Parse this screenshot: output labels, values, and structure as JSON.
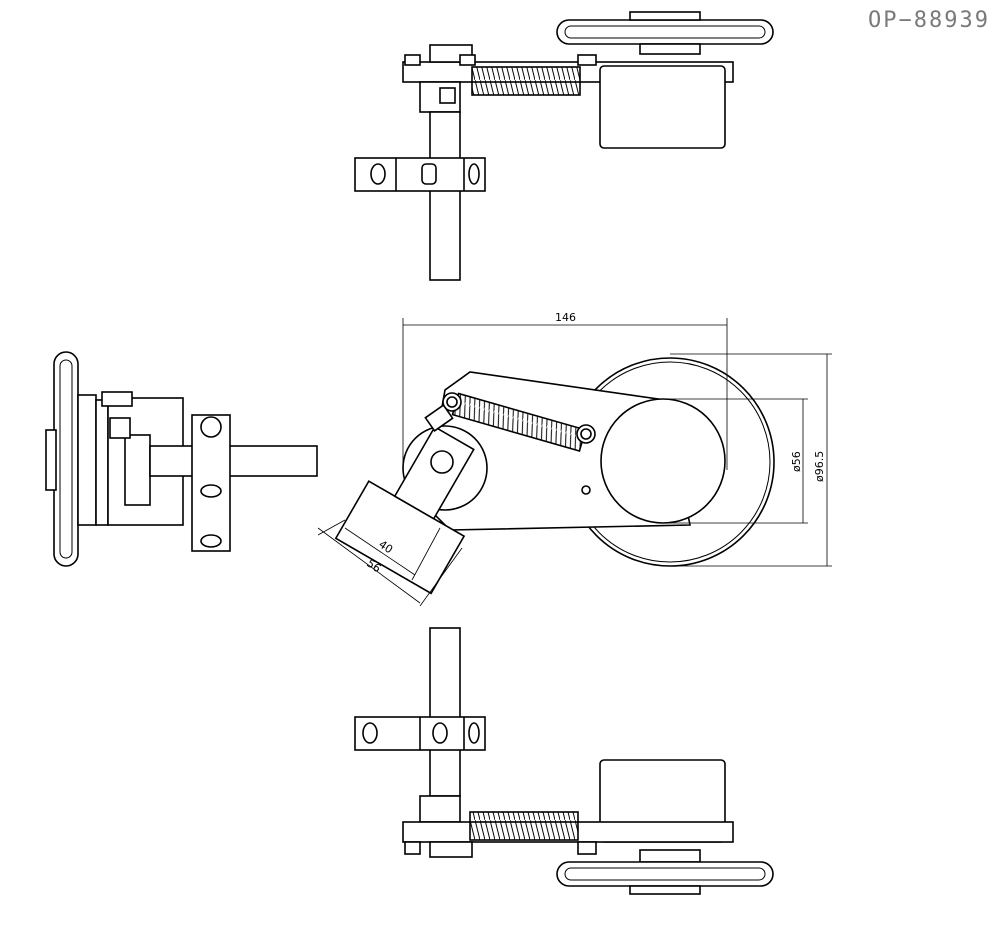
{
  "drawing": {
    "part_number": "OP−88939",
    "dimensions": {
      "arm_length": "146",
      "inner_diameter": "ø56",
      "outer_diameter": "ø96.5",
      "clamp_inner": "40",
      "clamp_outer": "56"
    }
  },
  "colors": {
    "line": "#000000",
    "hatch_fill": "#ffffff",
    "part_number": "#7a7a7a"
  }
}
